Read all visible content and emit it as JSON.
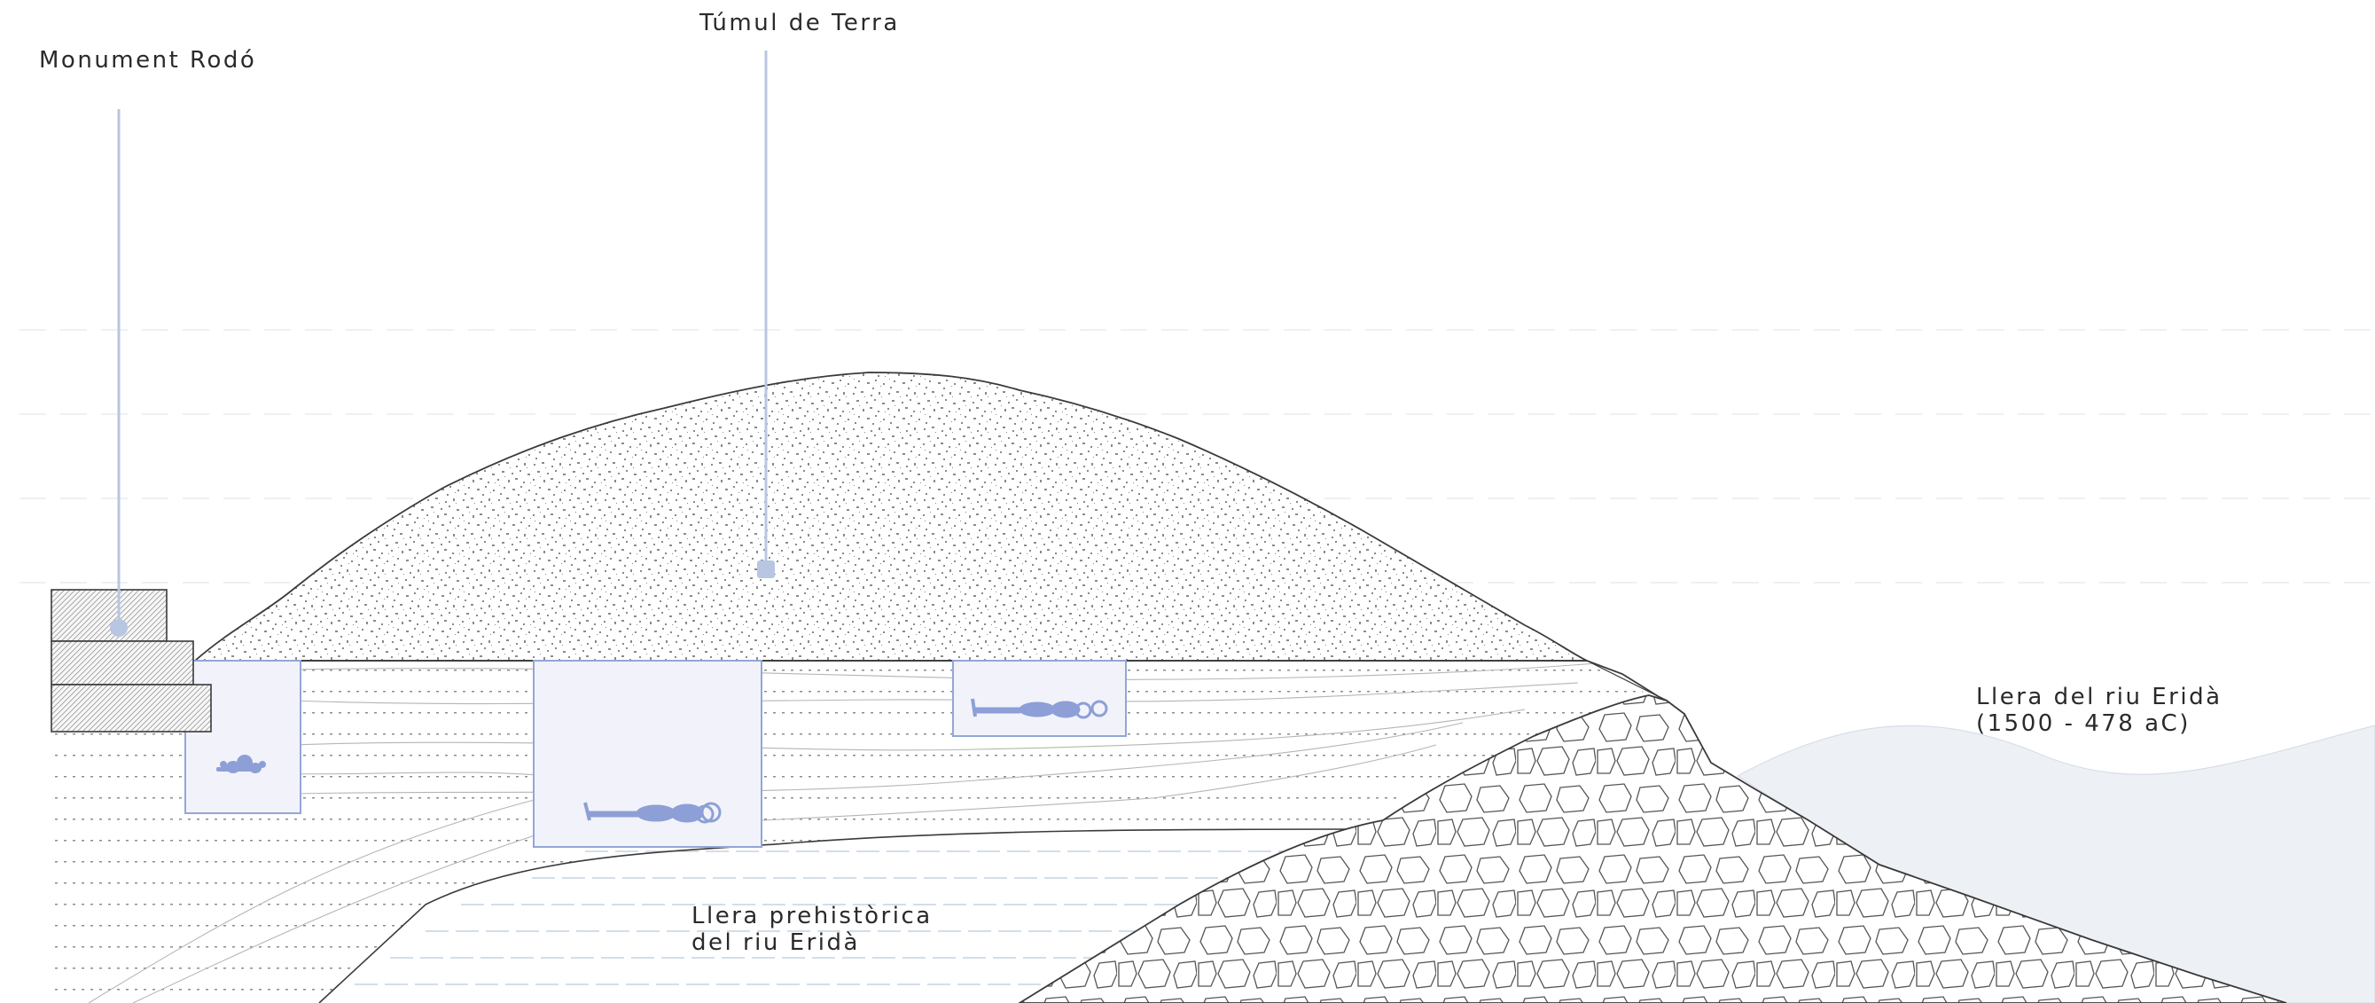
{
  "labels": {
    "monument": "Monument Rodó",
    "tumulus": "Túmul de Terra",
    "river_bed_line1": "Llera del riu Eridà",
    "river_bed_line2": "(1500 - 478 aC)",
    "prehistoric_line1": "Llera prehistòrica",
    "prehistoric_line2": "del riu Eridà"
  },
  "colors": {
    "outline": "#3a3a3a",
    "marker": "#b8c6e2",
    "burial_stroke": "#93a6d8",
    "burial_fill": "#f2f3fa",
    "skeleton": "#8d9fd6",
    "water": "#edf1f5",
    "water_lines": "#b7c9dd"
  }
}
